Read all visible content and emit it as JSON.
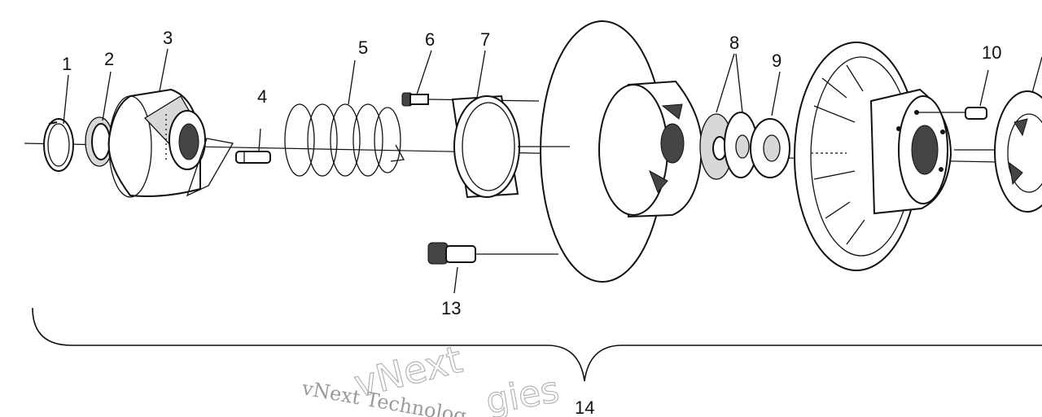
{
  "callouts": [
    "1",
    "2",
    "3",
    "4",
    "5",
    "6",
    "7",
    "8",
    "9",
    "10",
    "13",
    "14"
  ],
  "watermark": {
    "large": "vNext",
    "line1": "vNext Technolog",
    "line2": "gies"
  }
}
